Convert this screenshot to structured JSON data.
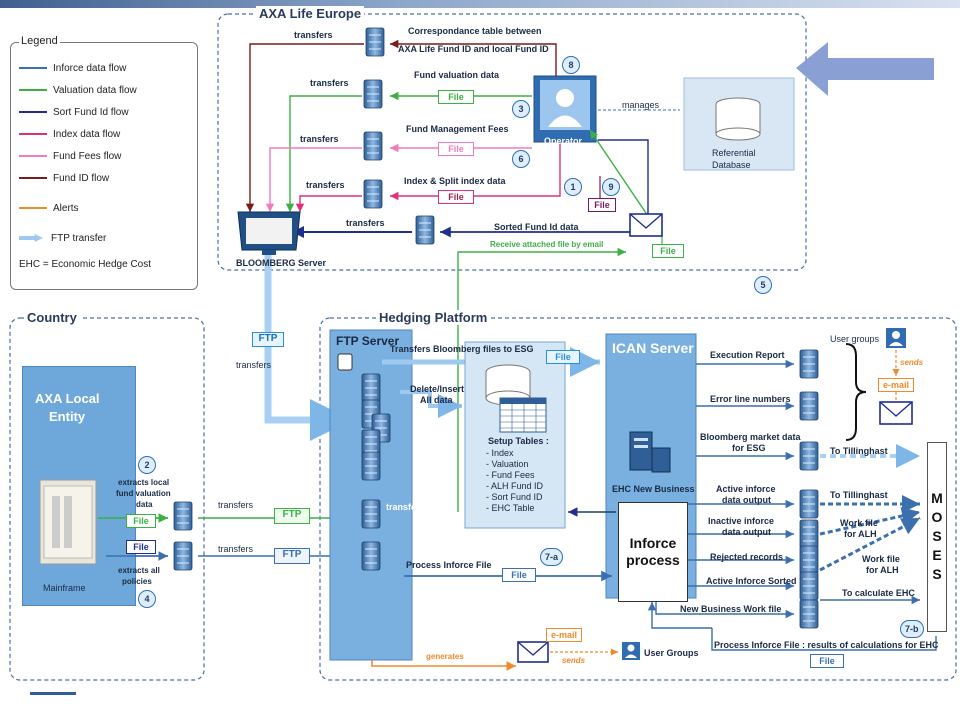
{
  "titles": {
    "axa_life_europe": "AXA Life Europe",
    "country": "Country",
    "hedging_platform": "Hedging Platform"
  },
  "legend": {
    "title": "Legend",
    "items": [
      {
        "label": "Inforce data flow",
        "color": "#3b6fae"
      },
      {
        "label": "Valuation data flow",
        "color": "#3cb043"
      },
      {
        "label": "Sort Fund Id flow",
        "color": "#1f2f8f"
      },
      {
        "label": "Index data flow",
        "color": "#e0307a"
      },
      {
        "label": "Fund Fees flow",
        "color": "#f07cc0"
      },
      {
        "label": "Fund ID flow",
        "color": "#7a1c1c"
      },
      {
        "label": "Alerts",
        "color": "#f08a2c"
      },
      {
        "label": "FTP transfer",
        "color": "#9ec8ee"
      }
    ],
    "note": "EHC = Economic Hedge Cost"
  },
  "axa_europe": {
    "correspondance_line1": "Correspondance table between",
    "correspondance_line2": "AXA Life Fund ID and local Fund ID",
    "fund_valuation": "Fund valuation data",
    "fund_mgmt_fees": "Fund Management Fees",
    "index_split": "Index & Split index data",
    "sorted_fund_id": "Sorted Fund Id data",
    "receive_email": "Receive attached file by email",
    "manages": "manages",
    "operator": "Operator",
    "referential_l1": "Referential",
    "referential_l2": "Database",
    "bloomberg": "BLOOMBERG Server",
    "transfers": "transfers"
  },
  "files": {
    "file": "File",
    "ftp": "FTP",
    "email": "e-mail"
  },
  "numbers": {
    "n1": "1",
    "n2": "2",
    "n3": "3",
    "n4": "4",
    "n5": "5",
    "n6": "6",
    "n8": "8",
    "n9": "9",
    "n7a": "7-a",
    "n7b": "7-b"
  },
  "country": {
    "entity_l1": "AXA Local",
    "entity_l2": "Entity",
    "mainframe": "Mainframe",
    "extracts_local_l1": "extracts local",
    "extracts_local_l2": "fund valuation",
    "extracts_local_l3": "data",
    "extracts_all_l1": "extracts all",
    "extracts_all_l2": "policies"
  },
  "hedging": {
    "ftp_server": "FTP Server",
    "ican_server": "ICAN Server",
    "transfers_bloomberg": "Transfers Bloomberg files to ESG",
    "delete_insert_l1": "Delete/Insert",
    "delete_insert_l2": "All data",
    "setup_title": "Setup Tables :",
    "setup_items": [
      "- Index",
      "- Valuation",
      "- Fund Fees",
      "- ALH Fund ID",
      "- Sort Fund ID",
      "- EHC Table"
    ],
    "ehc_new_business": "EHC New Business",
    "inforce_l1": "Inforce",
    "inforce_l2": "process",
    "process_inforce_file": "Process Inforce File",
    "execution_report": "Execution Report",
    "error_line_numbers": "Error line numbers",
    "bloomberg_market_l1": "Bloomberg market data",
    "bloomberg_market_l2": "for ESG",
    "to_tillinghast": "To Tillinghast",
    "active_inforce_l1": "Active inforce",
    "active_inforce_l2": "data output",
    "inactive_inforce_l1": "Inactive inforce",
    "inactive_inforce_l2": "data output",
    "work_file_l1": "Work file",
    "work_file_l2": "for ALH",
    "rejected_records": "Rejected records",
    "active_inforce_sorted": "Active Inforce Sorted",
    "new_business_work_file": "New Business Work file",
    "to_calculate_ehc": "To calculate EHC",
    "process_inforce_results": "Process Inforce File : results of calculations for EHC",
    "user_groups_top": "User groups",
    "sends": "sends",
    "generates": "generates",
    "user_groups_bottom": "User Groups",
    "moses": "M O S E S"
  }
}
